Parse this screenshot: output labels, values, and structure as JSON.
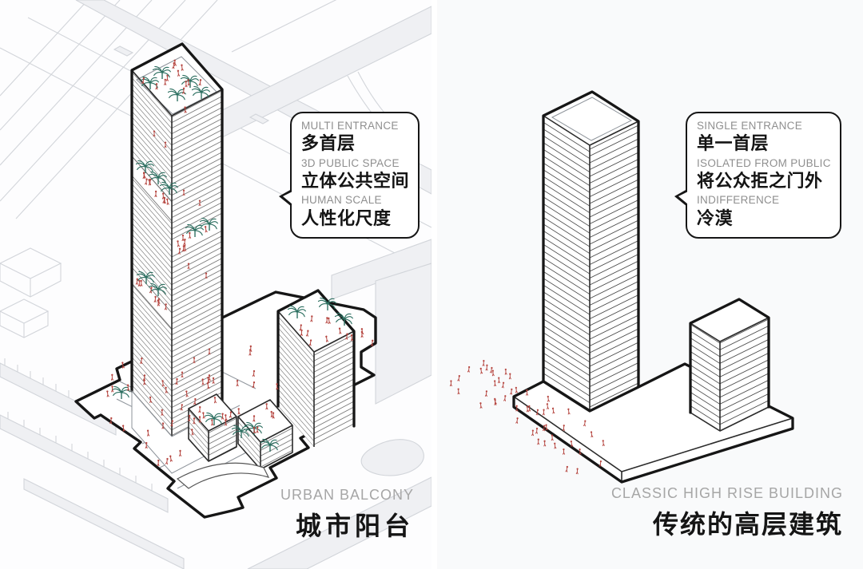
{
  "left_panel": {
    "bubble": {
      "items": [
        {
          "en": "MULTI ENTRANCE",
          "zh": "多首层"
        },
        {
          "en": "3D PUBLIC SPACE",
          "zh": "立体公共空间"
        },
        {
          "en": "HUMAN SCALE",
          "zh": "人性化尺度"
        }
      ]
    },
    "caption": {
      "en": "URBAN BALCONY",
      "zh": "城市阳台"
    }
  },
  "right_panel": {
    "bubble": {
      "items": [
        {
          "en": "SINGLE ENTRANCE",
          "zh": "单一首层"
        },
        {
          "en": "ISOLATED FROM PUBLIC",
          "zh": "将公众拒之门外"
        },
        {
          "en": "INDIFFERENCE",
          "zh": "冷漠"
        }
      ]
    },
    "caption": {
      "en": "CLASSIC HIGH RISE BUILDING",
      "zh": "传统的高层建筑"
    }
  },
  "colors": {
    "people": "#b5443e",
    "palm": "#2c6f60",
    "outline": "#161616",
    "stripe": "#4e4e4e",
    "context": "#d2d5da",
    "label_gray": "#8f8f8f",
    "caption_gray": "#a6a6a6"
  }
}
